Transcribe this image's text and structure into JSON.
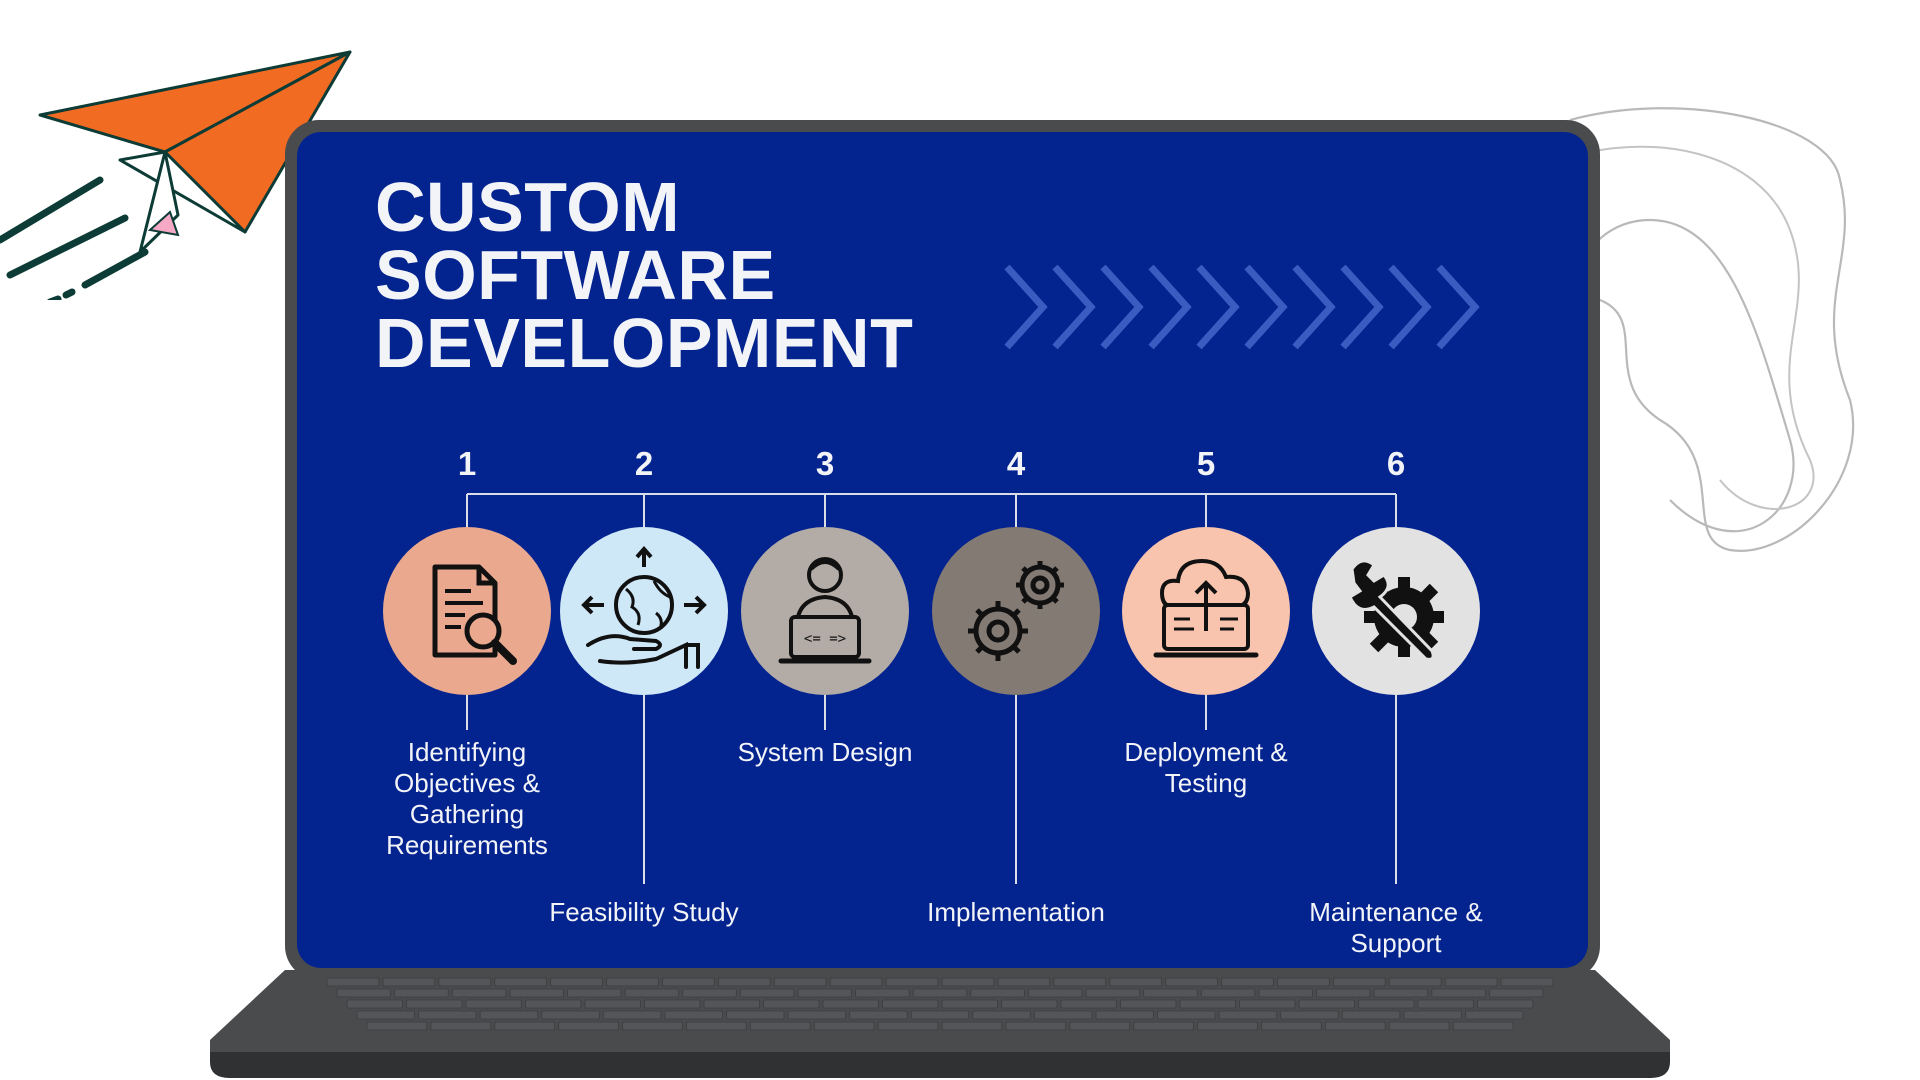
{
  "title": {
    "lines": [
      "CUSTOM",
      "SOFTWARE",
      "DEVELOPMENT"
    ]
  },
  "colors": {
    "screen": "#03238f",
    "bezel": "#4a4b4d",
    "text": "#f3f4f8",
    "plane": "#f26b22",
    "plane_outline": "#0d3b36"
  },
  "steps": [
    {
      "number": "1",
      "label": "Identifying\nObjectives &\nGathering\nRequirements",
      "icon": "document-search-icon",
      "color": "#eaa98e"
    },
    {
      "number": "2",
      "label": "Feasibility Study",
      "icon": "globe-hand-icon",
      "color": "#cfe8f8"
    },
    {
      "number": "3",
      "label": "System Design",
      "icon": "developer-laptop-icon",
      "color": "#b3aca6"
    },
    {
      "number": "4",
      "label": "Implementation",
      "icon": "gears-icon",
      "color": "#847a74"
    },
    {
      "number": "5",
      "label": "Deployment &\nTesting",
      "icon": "cloud-upload-icon",
      "color": "#f8c4ae"
    },
    {
      "number": "6",
      "label": "Maintenance &\nSupport",
      "icon": "wrench-gear-icon",
      "color": "#e2e2e2"
    }
  ]
}
